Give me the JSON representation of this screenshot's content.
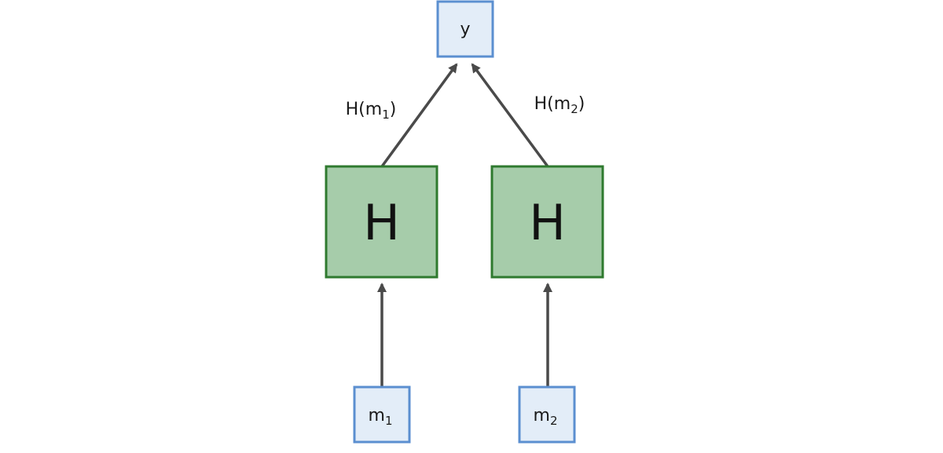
{
  "colors": {
    "input_fill": "#e3edf8",
    "input_stroke": "#5b8fd0",
    "hash_fill": "#a6ccaa",
    "hash_stroke": "#2f7a2f",
    "arrow": "#4a4a4a"
  },
  "nodes": {
    "output": {
      "base": "y"
    },
    "hash_left": {
      "label": "H"
    },
    "hash_right": {
      "label": "H"
    },
    "input_left": {
      "base": "m",
      "sub": "1"
    },
    "input_right": {
      "base": "m",
      "sub": "2"
    }
  },
  "edges": {
    "left_label": {
      "fn": "H(",
      "var": "m",
      "sub": "1",
      "close": ")"
    },
    "right_label": {
      "fn": "H(",
      "var": "m",
      "sub": "2",
      "close": ")"
    }
  }
}
